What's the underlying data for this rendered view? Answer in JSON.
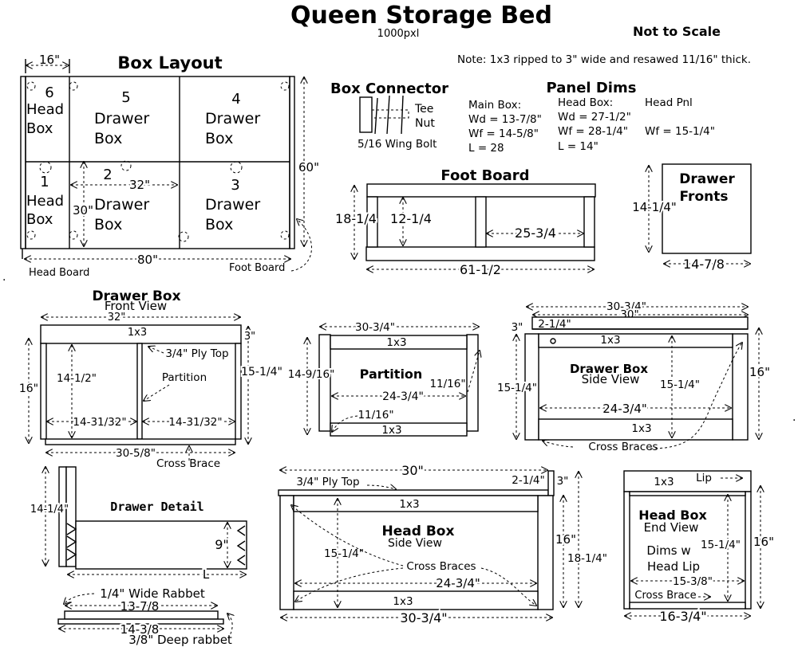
{
  "title": "Queen Storage Bed",
  "subtitle": "1000pxl",
  "not_to_scale": "Not to Scale",
  "note": "Note: 1x3 ripped to 3\" wide and resawed 11/16\" thick.",
  "box_layout": {
    "title": "Box Layout",
    "dim_top": "16\"",
    "dim_right": "60\"",
    "dim_bottom": "80\"",
    "dim_32": "32\"",
    "dim_30": "30\"",
    "boxes": [
      {
        "num": "6",
        "l1": "Head",
        "l2": "Box"
      },
      {
        "num": "5",
        "l1": "Drawer",
        "l2": "Box"
      },
      {
        "num": "4",
        "l1": "Drawer",
        "l2": "Box"
      },
      {
        "num": "1",
        "l1": "Head",
        "l2": "Box"
      },
      {
        "num": "2",
        "l1": "Drawer",
        "l2": "Box"
      },
      {
        "num": "3",
        "l1": "Drawer",
        "l2": "Box"
      }
    ],
    "head_board": "Head Board",
    "foot_board": "Foot Board"
  },
  "box_connector": {
    "title": "Box Connector",
    "tee": "Tee",
    "nut": "Nut",
    "bolt": "5/16 Wing Bolt"
  },
  "panel_dims": {
    "title": "Panel Dims",
    "main": [
      "Main Box:",
      "Wd = 13-7/8\"",
      "Wf = 14-5/8\"",
      "L = 28"
    ],
    "head": [
      "Head Box:",
      "Wd = 27-1/2\"",
      "Wf = 28-1/4\"",
      "L = 14\""
    ],
    "head_pnl": [
      "Head Pnl",
      "Wf = 15-1/4\""
    ]
  },
  "foot_board": {
    "title": "Foot Board",
    "h1": "18-1/4",
    "h2": "12-1/4",
    "gap": "25-3/4",
    "width": "61-1/2"
  },
  "drawer_fronts": {
    "l1": "Drawer",
    "l2": "Fronts",
    "h": "14-1/4\"",
    "w": "14-7/8"
  },
  "drawer_box_front": {
    "title": "Drawer Box",
    "subtitle": "Front View",
    "w": "32\"",
    "top": "1x3",
    "ply": "3/4\" Ply Top",
    "d3": "3\"",
    "d16": "16\"",
    "h1": "14-1/2\"",
    "partition": "Partition",
    "d1514": "15-1/4\"",
    "w1": "14-31/32\"",
    "w2": "14-31/32\"",
    "bottom": "30-5/8\"",
    "brace": "Cross Brace"
  },
  "partition_view": {
    "w": "30-3/4\"",
    "top": "1x3",
    "h": "14-9/16\"",
    "title": "Partition",
    "d1116a": "11/16\"",
    "inner": "24-3/4\"",
    "d1116b": "11/16\"",
    "bottom": "1x3"
  },
  "drawer_box_side": {
    "w1": "30-3/4\"",
    "w2": "30\"",
    "d3": "3\"",
    "d214": "2-1/4\"",
    "top": "1x3",
    "title": "Drawer Box",
    "subtitle": "Side View",
    "d1514a": "15-1/4\"",
    "d1514b": "15-1/4\"",
    "d16": "16\"",
    "inner": "24-3/4\"",
    "bottom": "1x3",
    "braces": "Cross Braces"
  },
  "drawer_detail": {
    "title": "Drawer Detail",
    "h": "14-1/4\"",
    "d9": "9\"",
    "L": "L",
    "rabbet_wide": "1/4\" Wide Rabbet",
    "w1": "13-7/8",
    "w2": "14-3/8",
    "rabbet_deep": "3/8\" Deep rabbet"
  },
  "head_box_side": {
    "w30": "30\"",
    "ply": "3/4\" Ply Top",
    "d214": "2-1/4\"",
    "d3": "3\"",
    "top": "1x3",
    "title": "Head Box",
    "subtitle": "Side View",
    "d16": "16\"",
    "d1514": "15-1/4\"",
    "d1814": "18-1/4\"",
    "braces": "Cross Braces",
    "inner": "24-3/4\"",
    "bottom": "1x3",
    "w3034": "30-3/4\""
  },
  "head_box_end": {
    "top": "1x3",
    "lip": "Lip",
    "title": "Head Box",
    "subtitle": "End View",
    "dims1": "Dims w",
    "dims2": "Head Lip",
    "d1514": "15-1/4\"",
    "d16": "16\"",
    "inner": "15-3/8\"",
    "brace": "Cross Brace",
    "w": "16-3/4\""
  }
}
